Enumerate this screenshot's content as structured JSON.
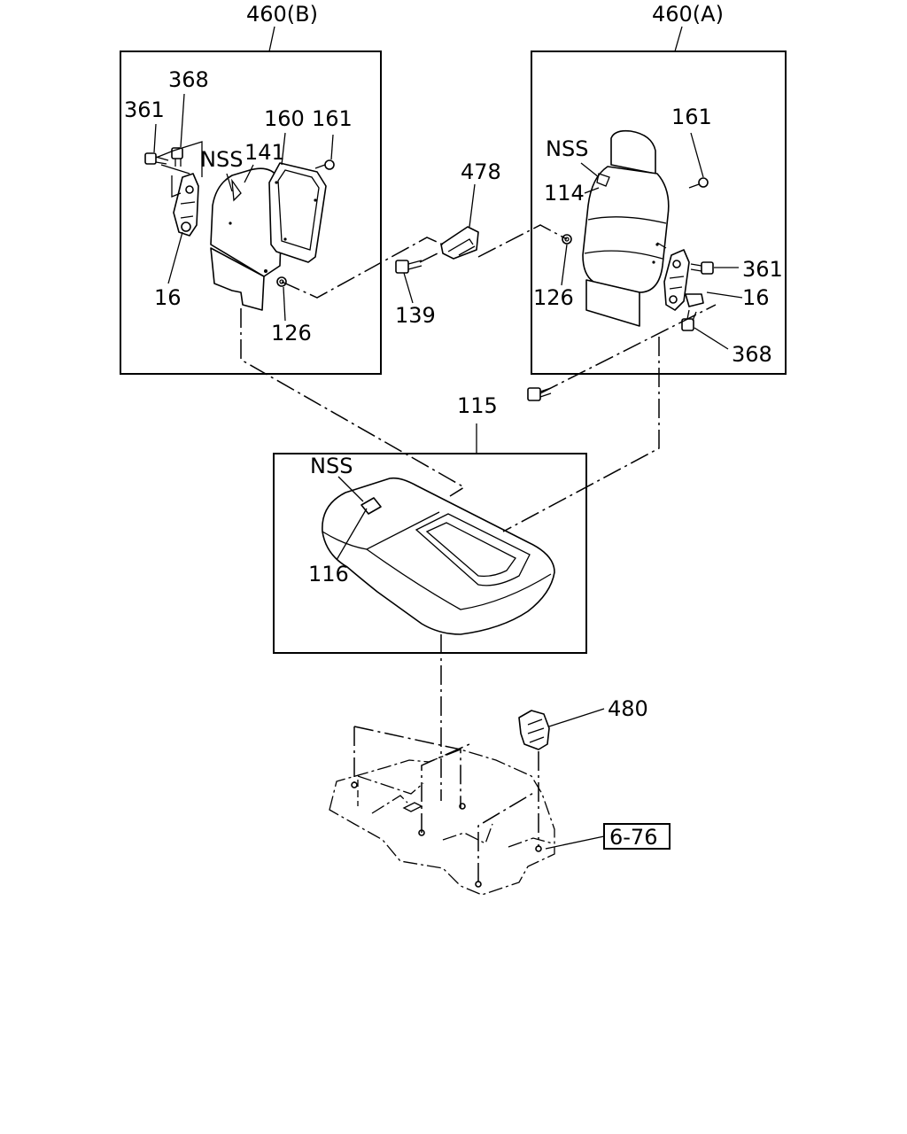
{
  "groups": {
    "seat_back_b": "460(B)",
    "seat_back_a": "460(A)",
    "seat_cushion": "115"
  },
  "callouts": {
    "b_368": "368",
    "b_361": "361",
    "b_160": "160",
    "b_161": "161",
    "b_nss": "NSS",
    "b_141": "141",
    "b_16": "16",
    "b_126": "126",
    "p_478": "478",
    "p_139": "139",
    "a_161": "161",
    "a_nss": "NSS",
    "a_114": "114",
    "a_126": "126",
    "a_361": "361",
    "a_16": "16",
    "a_368": "368",
    "c_nss": "NSS",
    "c_116": "116",
    "p_480": "480"
  },
  "reference": {
    "label": "6-76"
  }
}
